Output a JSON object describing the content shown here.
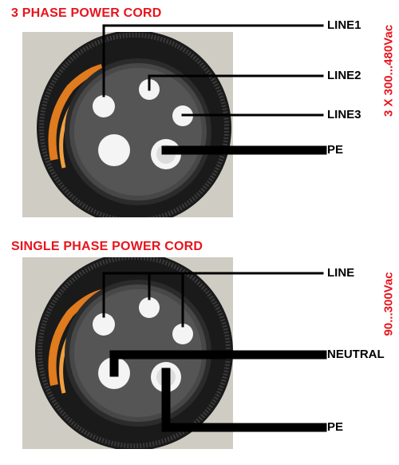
{
  "three_phase": {
    "title": "3 PHASE POWER CORD",
    "voltage": "3 X 300...480Vac",
    "labels": [
      "LINE1",
      "LINE2",
      "LINE3",
      "PE"
    ]
  },
  "single_phase": {
    "title": "SINGLE PHASE POWER CORD",
    "voltage": "90...300Vac",
    "labels": [
      "LINE",
      "NEUTRAL",
      "PE"
    ]
  },
  "colors": {
    "title_red": "#e8141c",
    "label_black": "#000000",
    "line_black": "#000000"
  }
}
